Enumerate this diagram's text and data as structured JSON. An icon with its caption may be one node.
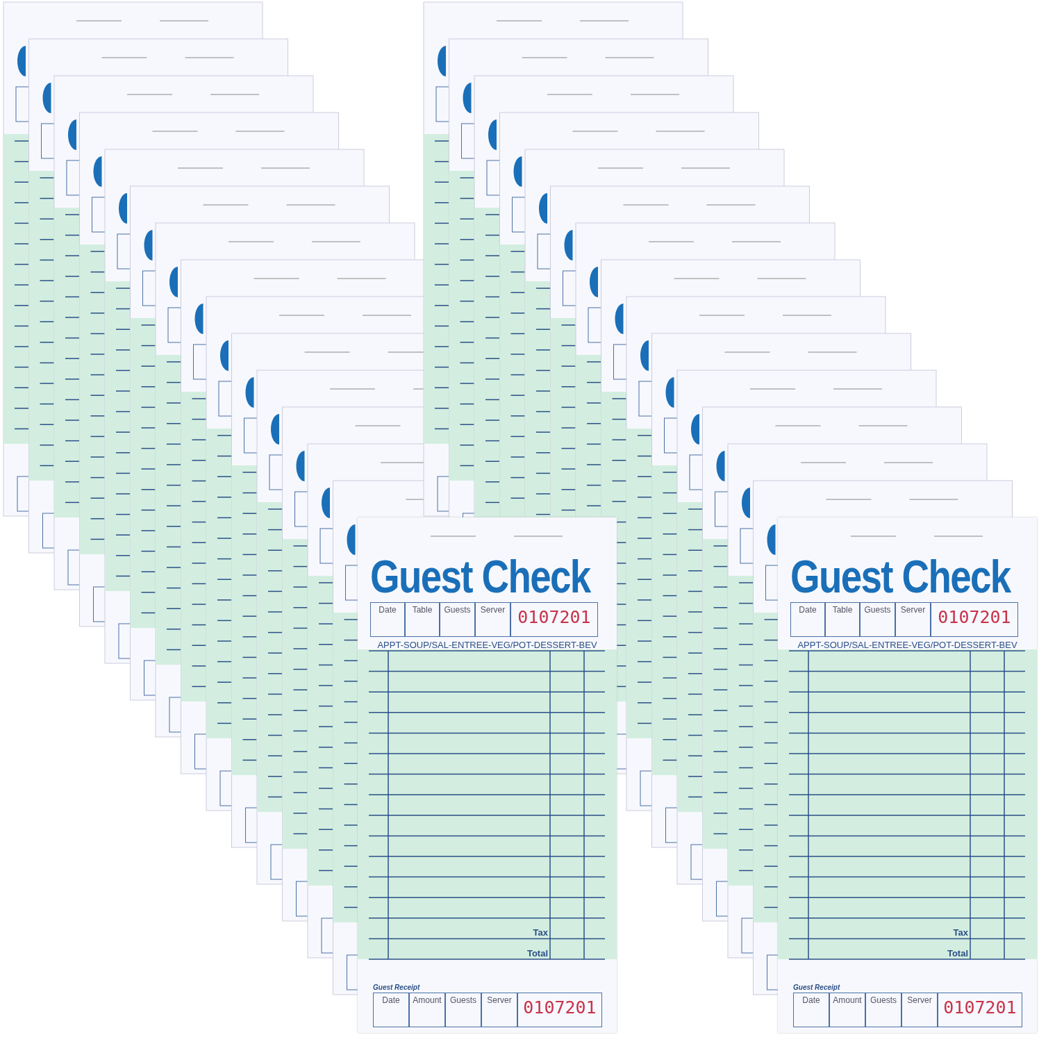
{
  "diagram": {
    "labels": [
      "Guest Check",
      "Date",
      "Table",
      "Guests",
      "Server",
      "0107201",
      "APPT-SOUP/SAL-ENTREE-VEG/POT-DESSERT-BEV",
      "Tax",
      "Total",
      "Guest Receipt",
      "Date",
      "Amount",
      "Guests",
      "Server",
      "0107201",
      "Guest Check",
      "Date",
      "Table",
      "Guests",
      "Server",
      "0107201",
      "APPT-SOUP/SAL-ENTREE-VEG/POT-DESSERT-BEV",
      "Tax",
      "Total",
      "Guest Receipt",
      "Date",
      "Amount",
      "Guests",
      "Server",
      "0107201"
    ]
  }
}
